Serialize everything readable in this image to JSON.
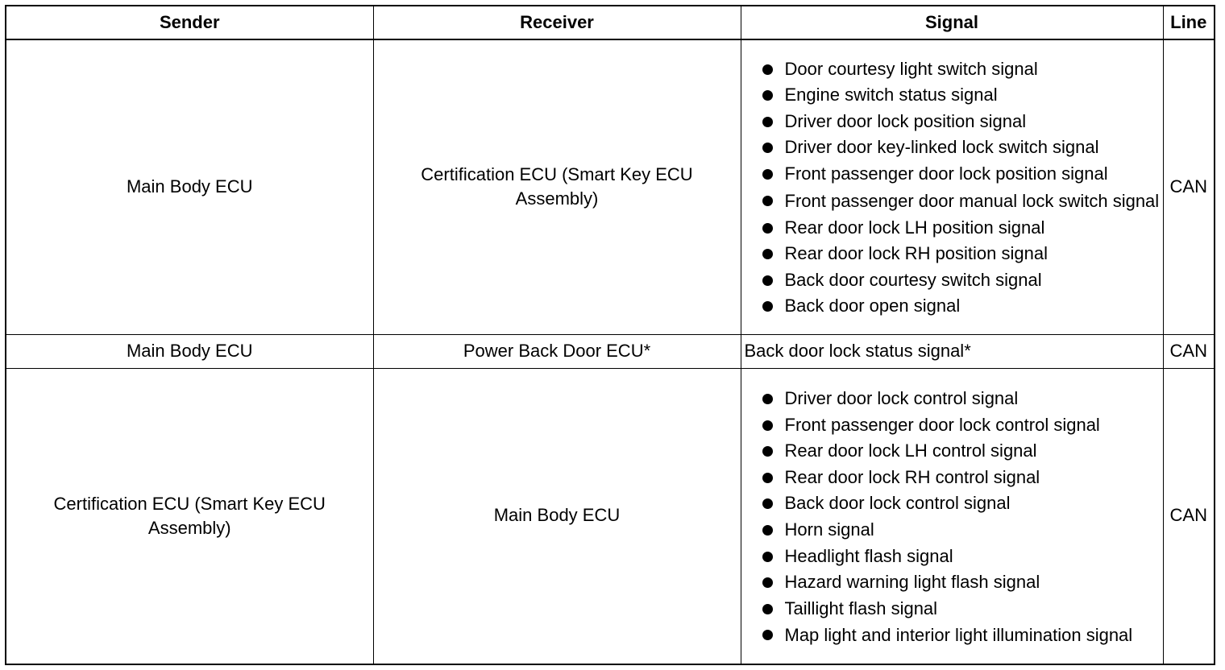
{
  "columns": [
    "Sender",
    "Receiver",
    "Signal",
    "Line"
  ],
  "rows": [
    {
      "sender": "Main Body ECU",
      "receiver": "Certification ECU (Smart Key ECU Assembly)",
      "signals": [
        "Door courtesy light switch signal",
        "Engine switch status signal",
        "Driver door lock position signal",
        "Driver door key-linked lock switch signal",
        "Front passenger door lock position signal",
        "Front passenger door manual lock switch signal",
        "Rear door lock LH position signal",
        "Rear door lock RH position signal",
        "Back door courtesy switch signal",
        "Back door open signal"
      ],
      "line": "CAN"
    },
    {
      "sender": "Main Body ECU",
      "receiver": "Power Back Door ECU*",
      "signal_text": "Back door lock status signal*",
      "line": "CAN"
    },
    {
      "sender": "Certification ECU (Smart Key ECU Assembly)",
      "receiver": "Main Body ECU",
      "signals": [
        "Driver door lock control signal",
        "Front passenger door lock control signal",
        "Rear door lock LH control signal",
        "Rear door lock RH control signal",
        "Back door lock control signal",
        "Horn signal",
        "Headlight flash signal",
        "Hazard warning light flash signal",
        "Taillight flash signal",
        "Map light and interior light illumination signal"
      ],
      "line": "CAN"
    }
  ]
}
